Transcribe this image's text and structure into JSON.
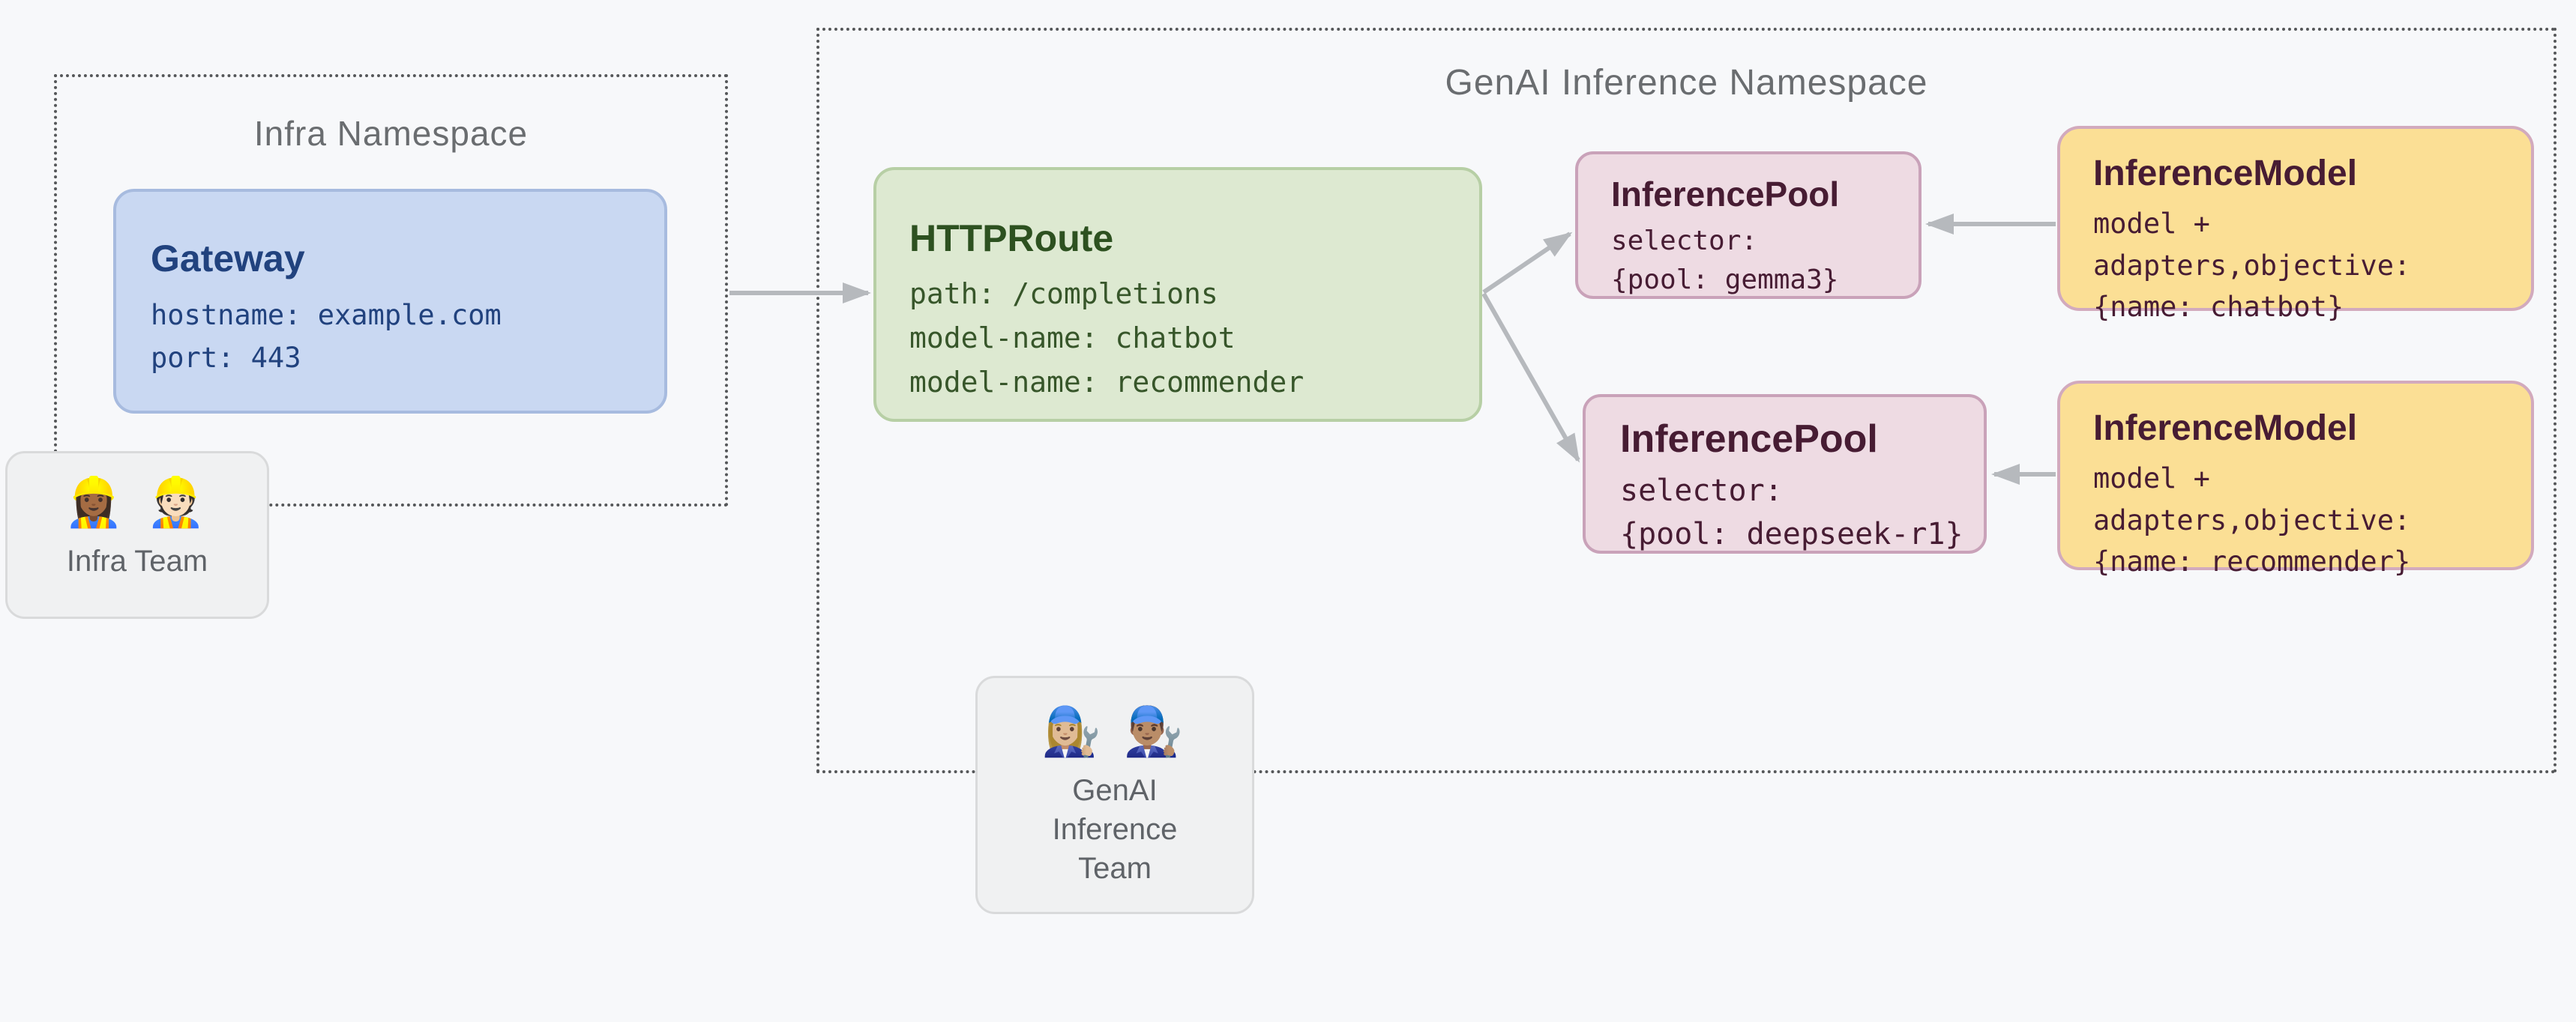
{
  "canvas": {
    "background": "#f7f8fa"
  },
  "infra_namespace": {
    "title": "Infra Namespace",
    "gateway": {
      "title": "Gateway",
      "lines": [
        "hostname: example.com",
        "port: 443"
      ]
    }
  },
  "genai_namespace": {
    "title": "GenAI Inference Namespace",
    "httproute": {
      "title": "HTTPRoute",
      "lines": [
        "path: /completions",
        "model-name: chatbot",
        "model-name: recommender"
      ]
    },
    "pool_gemma": {
      "title": "InferencePool",
      "lines": [
        "selector:",
        "{pool: gemma3}"
      ]
    },
    "pool_deepseek": {
      "title": "InferencePool",
      "lines": [
        "selector:",
        "{pool: deepseek-r1}"
      ]
    },
    "model_chatbot": {
      "title": "InferenceModel",
      "lines": [
        "model +",
        "adapters,objective:",
        "{name: chatbot}"
      ]
    },
    "model_recommender": {
      "title": "InferenceModel",
      "lines": [
        "model +",
        "adapters,objective:",
        "{name: recommender}"
      ]
    }
  },
  "teams": {
    "infra": {
      "icon": "👷🏾‍♀️ 👷🏻",
      "label": "Infra Team"
    },
    "genai": {
      "icon": "👩🏼‍🔧 👨🏽‍🔧",
      "label": "GenAI Inference Team"
    }
  },
  "colors": {
    "background": "#f7f8fa",
    "namespace_border": "#555759",
    "namespace_title": "#6a6d70",
    "gateway_bg": "#c9d8f2",
    "gateway_border": "#a7bbdf",
    "gateway_text": "#21427e",
    "httproute_bg": "#dde9d1",
    "httproute_border": "#b7cfa5",
    "httproute_text": "#2f5322",
    "pool_bg": "#eedbe3",
    "pool_border": "#c9a2b9",
    "pool_text": "#471c33",
    "model_bg": "#fbdf95",
    "model_border": "#d2aabd",
    "model_text": "#471c33",
    "arrow": "#b6b9bd",
    "team_bg": "#f0f1f2",
    "team_border": "#d9dadb",
    "team_text": "#5f6368"
  }
}
